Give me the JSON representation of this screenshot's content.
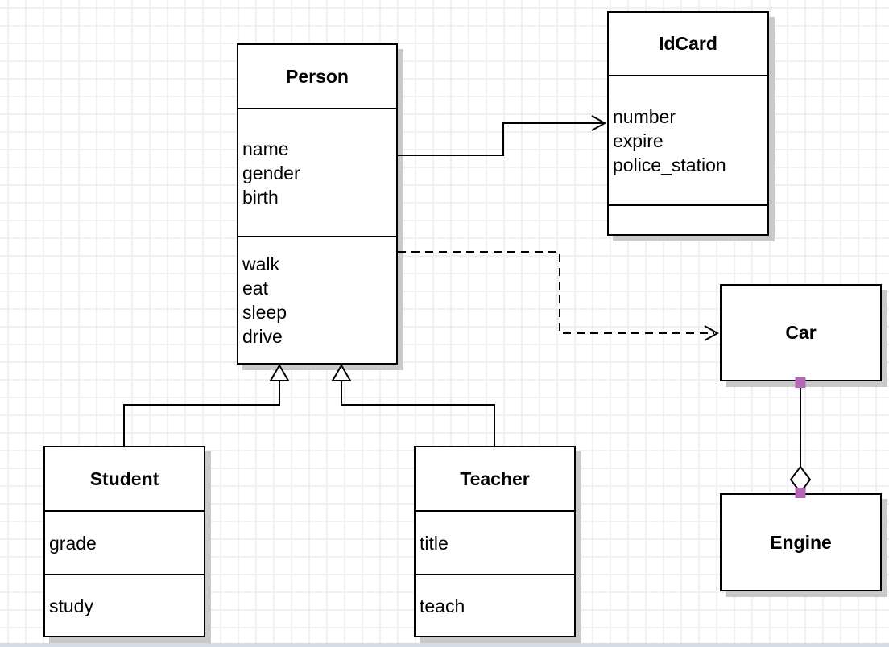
{
  "diagram": {
    "classes": {
      "person": {
        "title": "Person",
        "attributes": [
          "name",
          "gender",
          "birth"
        ],
        "methods": [
          "walk",
          "eat",
          "sleep",
          "drive"
        ]
      },
      "idcard": {
        "title": "IdCard",
        "attributes": [
          "number",
          "expire",
          "police_station"
        ],
        "methods": []
      },
      "car": {
        "title": "Car",
        "attributes": [],
        "methods": []
      },
      "engine": {
        "title": "Engine",
        "attributes": [],
        "methods": []
      },
      "student": {
        "title": "Student",
        "attributes": [
          "grade"
        ],
        "methods": [
          "study"
        ]
      },
      "teacher": {
        "title": "Teacher",
        "attributes": [
          "title"
        ],
        "methods": [
          "teach"
        ]
      }
    },
    "relationships": [
      {
        "from": "Person",
        "to": "IdCard",
        "type": "association",
        "line": "solid",
        "end_marker": "open-arrow"
      },
      {
        "from": "Person",
        "to": "Car",
        "type": "dependency",
        "line": "dashed",
        "end_marker": "open-arrow"
      },
      {
        "from": "Student",
        "to": "Person",
        "type": "generalization",
        "line": "solid",
        "end_marker": "hollow-triangle"
      },
      {
        "from": "Teacher",
        "to": "Person",
        "type": "generalization",
        "line": "solid",
        "end_marker": "hollow-triangle"
      },
      {
        "from": "Car",
        "to": "Engine",
        "type": "aggregation",
        "line": "solid",
        "end_marker": "hollow-diamond",
        "endpoint_marker_color": "#b168b5"
      }
    ],
    "colors": {
      "canvas_background": "#ffffff",
      "grid_line": "#f0f0f3",
      "shape_border": "#000000",
      "shape_fill": "#ffffff",
      "shape_shadow": "#c9c9c9",
      "endpoint_marker": "#b168b5",
      "bottom_edge_strip": "#d6dae3"
    }
  }
}
